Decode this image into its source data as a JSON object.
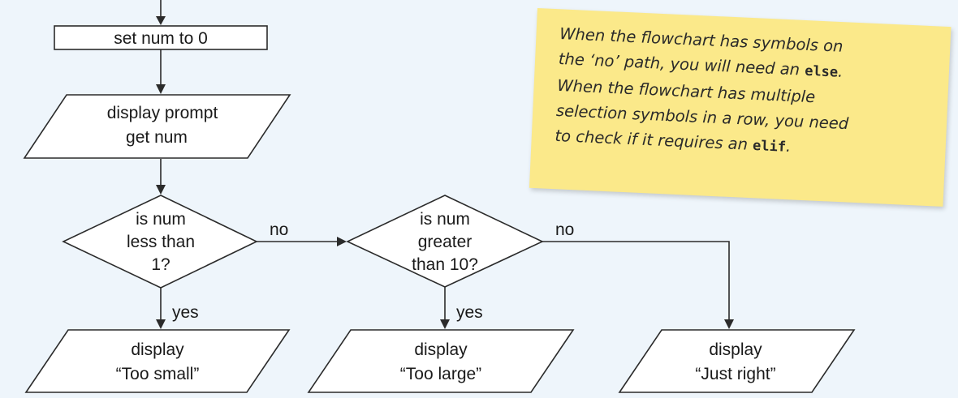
{
  "flowchart": {
    "start": "set num to 0",
    "input": [
      "display prompt",
      "get num"
    ],
    "decision1": [
      "is num",
      "less than",
      "1?"
    ],
    "decision2": [
      "is num",
      "greater",
      "than 10?"
    ],
    "out1": [
      "display",
      "“Too small”"
    ],
    "out2": [
      "display",
      "“Too large”"
    ],
    "out3": [
      "display",
      "“Just right”"
    ],
    "yes_label": "yes",
    "no_label": "no"
  },
  "note": {
    "line1": "When the flowchart has symbols on",
    "line2_pre": "the ‘no’ path, you will need an ",
    "line2_code": "else",
    "line2_post": ".",
    "line3": "When the flowchart has multiple",
    "line4": "selection symbols in a row, you need",
    "line5_pre": "to check if it requires an ",
    "line5_code": "elif",
    "line5_post": "."
  },
  "colors": {
    "background": "#eef5fb",
    "note": "#fbe98a",
    "ink": "#2b2b2b"
  }
}
